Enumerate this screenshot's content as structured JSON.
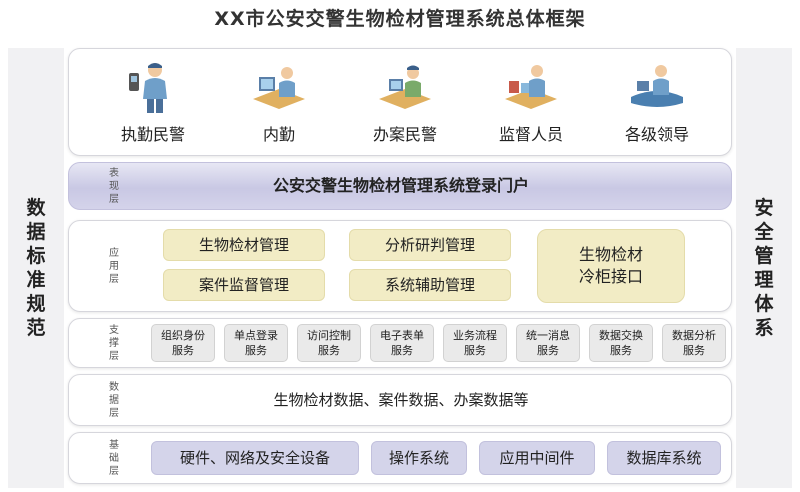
{
  "title": "XX市公安交警生物检材管理系统总体框架",
  "left_side": "数据标准规范",
  "right_side": "安全管理体系",
  "users": [
    {
      "label": "执勤民警",
      "icon": "officer-with-radio-icon"
    },
    {
      "label": "内勤",
      "icon": "office-worker-computer-icon"
    },
    {
      "label": "办案民警",
      "icon": "case-officer-desk-icon"
    },
    {
      "label": "监督人员",
      "icon": "supervisor-reviewing-icon"
    },
    {
      "label": "各级领导",
      "icon": "leader-at-desk-icon"
    }
  ],
  "presentation_layer": {
    "label": "表现层",
    "portal": "公安交警生物检材管理系统登录门户"
  },
  "application_layer": {
    "label": "应用层",
    "modules": [
      "生物检材管理",
      "分析研判管理",
      "案件监督管理",
      "系统辅助管理"
    ],
    "special": [
      "生物检材",
      "冷柜接口"
    ]
  },
  "support_layer": {
    "label": "支撑层",
    "services": [
      [
        "组织身份",
        "服务"
      ],
      [
        "单点登录",
        "服务"
      ],
      [
        "访问控制",
        "服务"
      ],
      [
        "电子表单",
        "服务"
      ],
      [
        "业务流程",
        "服务"
      ],
      [
        "统一消息",
        "服务"
      ],
      [
        "数据交换",
        "服务"
      ],
      [
        "数据分析",
        "服务"
      ]
    ]
  },
  "data_layer": {
    "label": "数据层",
    "content": "生物检材数据、案件数据、办案数据等"
  },
  "infra_layer": {
    "label": "基础层",
    "items": [
      "硬件、网络及安全设备",
      "操作系统",
      "应用中间件",
      "数据库系统"
    ]
  },
  "colors": {
    "portal_band": "#c9c8e4",
    "app_module": "#f2ecc5",
    "service_box": "#eaeaea",
    "infra_box": "#d4d4ea",
    "side_panel": "#f1f1f3"
  }
}
